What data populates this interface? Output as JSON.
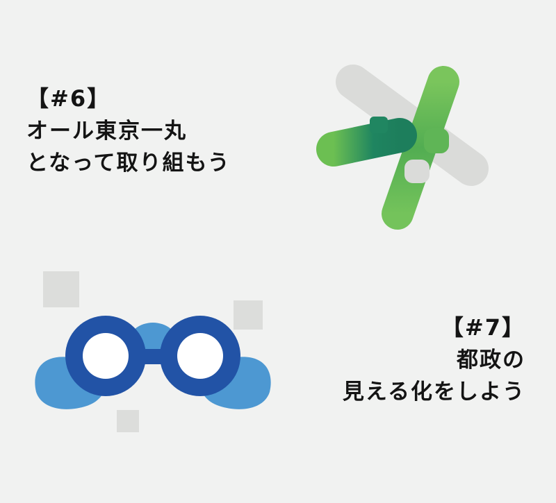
{
  "section6": {
    "number": "【#6】",
    "line1": "オール東京一丸",
    "line2": "となって取り組もう",
    "icon": "cross-hands-icon",
    "colors": {
      "green_light": "#73c25a",
      "green_dark": "#1f8560",
      "gray": "#dadbd9"
    }
  },
  "section7": {
    "number": "【#7】",
    "line1": "都政の",
    "line2": "見える化をしよう",
    "icon": "binoculars-icon",
    "colors": {
      "blue_dark": "#2253a6",
      "blue_light": "#4d98d2",
      "gray": "#dcdddb"
    }
  }
}
